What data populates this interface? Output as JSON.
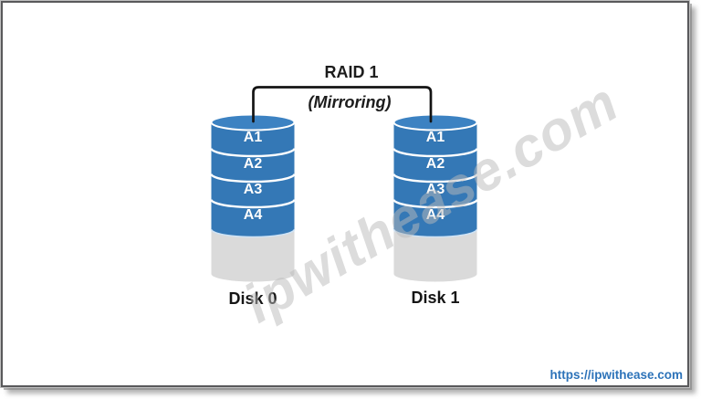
{
  "header": {
    "title": "RAID 1",
    "subtitle": "(Mirroring)"
  },
  "disks": [
    {
      "label": "Disk 0",
      "blocks": [
        "A1",
        "A2",
        "A3",
        "A4"
      ]
    },
    {
      "label": "Disk 1",
      "blocks": [
        "A1",
        "A2",
        "A3",
        "A4"
      ]
    }
  ],
  "watermark": {
    "text": "ipwithease.com"
  },
  "footer": {
    "link": "https://ipwithease.com"
  },
  "colors": {
    "cylinder_blue": "#3478b6",
    "cylinder_top_blue": "#3c82c2",
    "cylinder_gray": "#dadada",
    "separator_white": "#ffffff",
    "blue_bottom_rim": "#cfe3f5",
    "connector_black": "#141414",
    "frame_border_gray": "#59595b",
    "link_blue": "#2d73b9",
    "watermark_gray": "#b9b9b9"
  }
}
